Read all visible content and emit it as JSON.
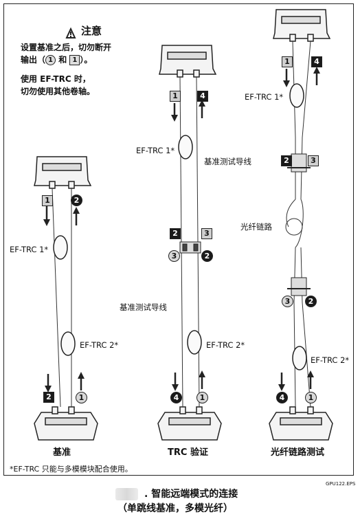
{
  "caution": {
    "title": "注意",
    "line1": "设置基准之后，切勿断开",
    "line2_pre": "输出（",
    "line2_mid": "和",
    "line2_post": "）。",
    "line3": "使用 EF-TRC 时，",
    "line4": "切勿使用其他卷轴。"
  },
  "markers": {
    "one": "1",
    "two": "2",
    "three": "3",
    "four": "4"
  },
  "labels": {
    "ef_trc_1": "EF-TRC 1*",
    "ef_trc_2": "EF-TRC 2*",
    "ref_cord": "基准测试导线",
    "fiber_link": "光纤链路"
  },
  "panels": {
    "left": "基准",
    "middle": "TRC 验证",
    "right": "光纤链路测试"
  },
  "footnote": "*EF-TRC 只能与多模模块配合使用。",
  "figure_ref": "GPU122.EPS",
  "caption": {
    "line1": ". 智能远端模式的连接",
    "line2": "（单跳线基准，多模光纤）"
  },
  "colors": {
    "stroke": "#222222",
    "box_fill": "#cfcfcf",
    "dark_fill": "#1a1a1a"
  }
}
